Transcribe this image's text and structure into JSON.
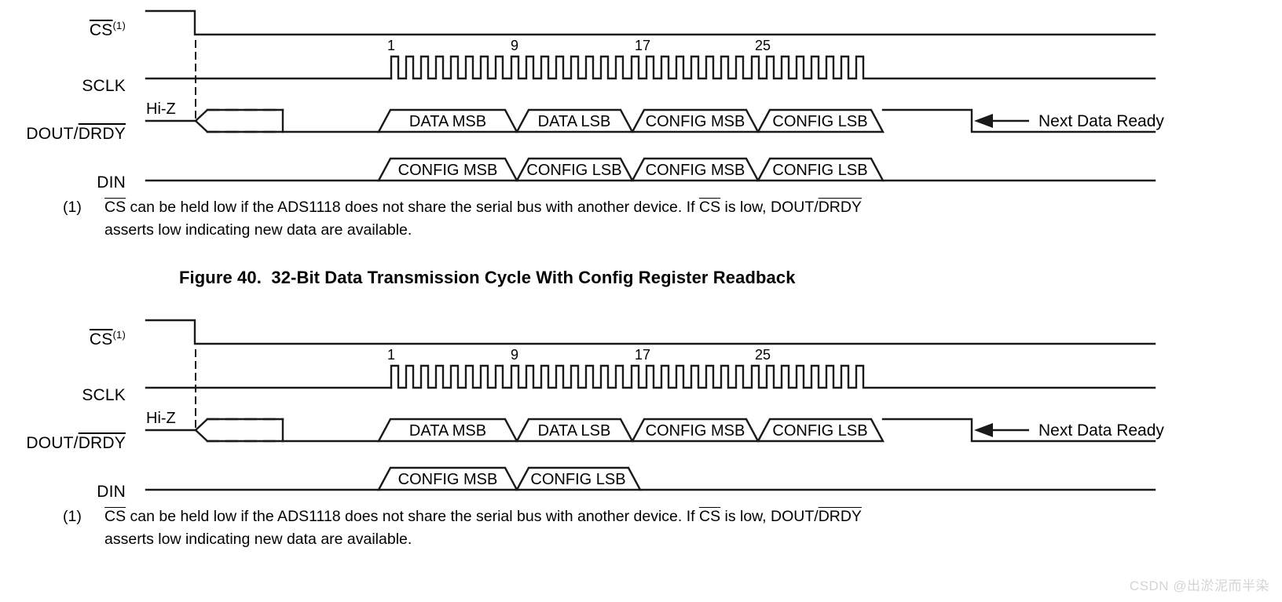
{
  "document": {
    "title": "ADS1118 SPI Timing Diagrams",
    "watermark": "CSDN @出淤泥而半染"
  },
  "colors": {
    "ink": "#000000",
    "background": "#ffffff",
    "watermark": "#d4d4d4"
  },
  "signals": {
    "cs": {
      "name": "CS",
      "overline": true,
      "footnote_marker": "(1)"
    },
    "sclk": {
      "name": "SCLK",
      "overline": false
    },
    "dout": {
      "name_prefix": "DOUT/",
      "name_suffix": "DRDY",
      "overline": true
    },
    "din": {
      "name": "DIN",
      "overline": false
    }
  },
  "annotations": {
    "hiz": "Hi-Z",
    "next_data_ready": "Next Data Ready"
  },
  "clock": {
    "total_pulses": 32,
    "tick_labels": [
      "1",
      "9",
      "17",
      "25"
    ],
    "tick_pulse_index": [
      1,
      9,
      17,
      25
    ]
  },
  "figures": [
    {
      "id": "figure-top",
      "clipped_top": true,
      "dout_cells": [
        "DATA MSB",
        "DATA LSB",
        "CONFIG MSB",
        "CONFIG LSB"
      ],
      "din_cells": [
        "CONFIG MSB",
        "CONFIG LSB",
        "CONFIG MSB",
        "CONFIG LSB"
      ],
      "footnote": {
        "marker": "(1)",
        "line1_a": "CS",
        "line1_b": " can be held low if the ADS1118 does not share the serial bus with another device. If ",
        "line1_c": "CS",
        "line1_d": " is low, DOUT/",
        "line1_e": "DRDY",
        "line2": "asserts low indicating new data are available."
      }
    },
    {
      "id": "figure-bottom",
      "clipped_top": false,
      "dout_cells": [
        "DATA MSB",
        "DATA LSB",
        "CONFIG MSB",
        "CONFIG LSB"
      ],
      "din_cells": [
        "CONFIG MSB",
        "CONFIG LSB"
      ],
      "footnote": {
        "marker": "(1)",
        "line1_a": "CS",
        "line1_b": " can be held low if the ADS1118 does not share the serial bus with another device. If ",
        "line1_c": "CS",
        "line1_d": " is low, DOUT/",
        "line1_e": "DRDY",
        "line2": "asserts low indicating new data are available."
      }
    }
  ],
  "caption": {
    "number": "Figure 40.",
    "text": "32-Bit Data Transmission Cycle With Config Register Readback"
  }
}
